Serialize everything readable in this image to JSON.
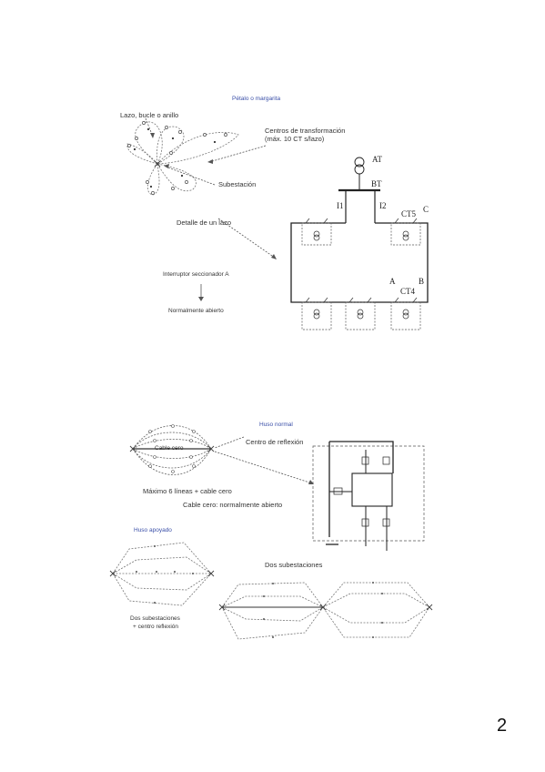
{
  "diagram1": {
    "title": "Pétalo o margarita",
    "loop_label": "Lazo, bucle o anillo",
    "ct_label_line1": "Centros de transformación",
    "ct_label_line2": "(máx. 10 CT s/lazo)",
    "substation_label": "Subestación",
    "loop_detail_label": "Detalle de un lazo",
    "switch_label": "Interruptor seccionador A",
    "normally_open_label": "Normalmente abierto",
    "at": "AT",
    "bt": "BT",
    "i1": "I1",
    "i2": "I2",
    "ct5": "CT5",
    "ct4": "CT4",
    "a": "A",
    "b": "B",
    "c": "C"
  },
  "diagram2": {
    "normal_spindle_title": "Huso normal",
    "zero_cable_label": "Cable cero",
    "reflection_center_label": "Centro de reflexión",
    "max_lines_label": "Máximo 6 líneas + cable cero",
    "zero_cable_open_label": "Cable cero: normalmente abierto",
    "supported_spindle_title": "Huso apoyado",
    "two_substations_label": "Dos subestaciones",
    "two_substations_reflection_line1": "Dos subestaciones",
    "two_substations_reflection_line2": "+ centro reflexión"
  },
  "page_number": "2"
}
